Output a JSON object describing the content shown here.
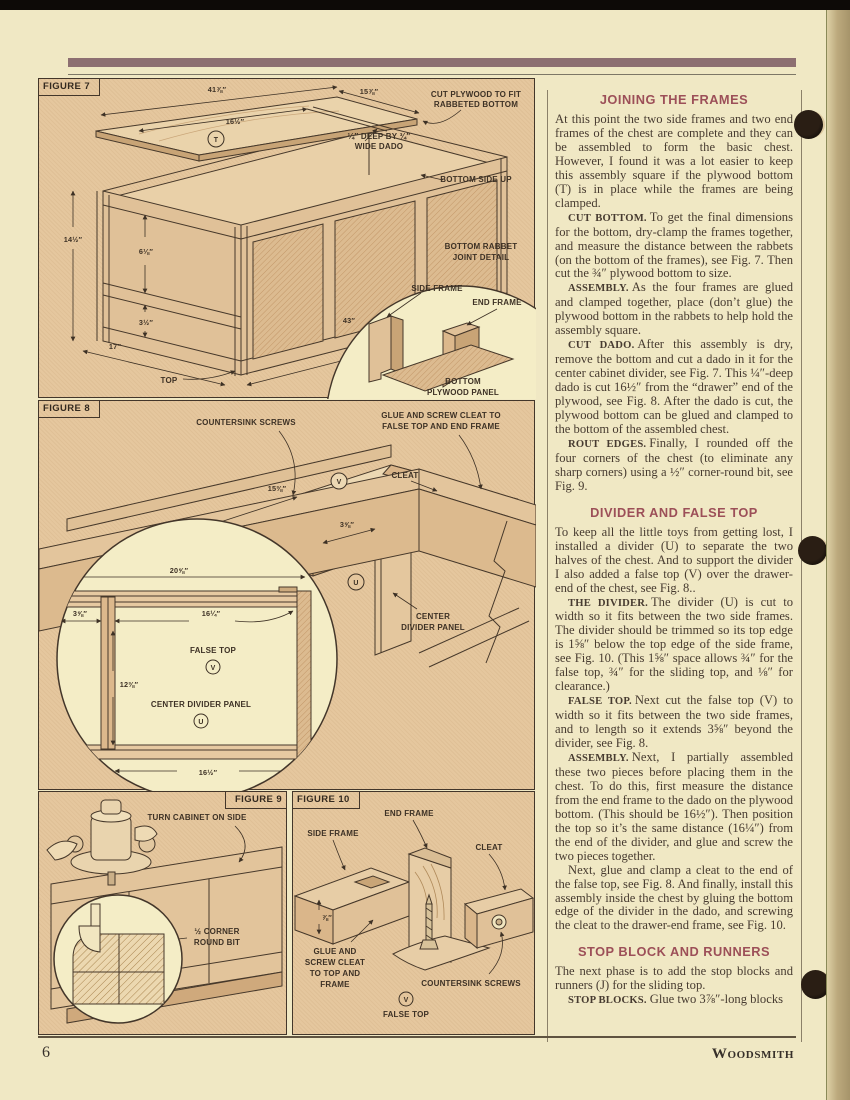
{
  "page": {
    "number": "6",
    "brand": "Woodsmith"
  },
  "colors": {
    "page_bg": "#f0e8c4",
    "figure_bg": "#e5c79e",
    "heading": "#9c4f58",
    "top_bar": "#8d6f71",
    "body_text": "#473b30"
  },
  "fig7": {
    "label": "FIGURE 7",
    "d41": "41⅞″",
    "d15": "15⅞″",
    "d16": "16½″",
    "d14": "14½″",
    "d6": "6⅛″",
    "d3": "3½″",
    "d17": "17″",
    "d43": "43″",
    "t": "T",
    "cut1": "CUT PLYWOOD TO FIT",
    "cut2": "RABBETED BOTTOM",
    "dado1": "¼″ DEEP BY ¾″",
    "dado2": "WIDE DADO",
    "bsu": "BOTTOM SIDE UP",
    "rab1": "BOTTOM RABBET",
    "rab2": "JOINT DETAIL",
    "sf": "SIDE FRAME",
    "ef": "END FRAME",
    "top": "TOP",
    "bp1": "BOTTOM",
    "bp2": "PLYWOOD PANEL"
  },
  "fig8": {
    "label": "FIGURE 8",
    "cs": "COUNTERSINK SCREWS",
    "glue1": "GLUE AND SCREW CLEAT TO",
    "glue2": "FALSE TOP AND END FRAME",
    "cleat": "CLEAT",
    "d153": "15⅜″",
    "v": "V",
    "d35": "3⅝″",
    "u": "U",
    "cdp1": "CENTER",
    "cdp2": "DIVIDER PANEL",
    "inset": {
      "d205": "20⅝″",
      "d35": "3⅝″",
      "d164": "16¼″",
      "ft": "FALSE TOP",
      "v": "V",
      "d123": "12⅜″",
      "cdp": "CENTER DIVIDER PANEL",
      "u": "U",
      "d165": "16½″"
    }
  },
  "fig9": {
    "label": "FIGURE 9",
    "turn": "TURN CABINET ON SIDE",
    "bit1": "½ CORNER",
    "bit2": "ROUND BIT"
  },
  "fig10": {
    "label": "FIGURE 10",
    "ef": "END FRAME",
    "sf": "SIDE FRAME",
    "cleat": "CLEAT",
    "d78": "⅞″",
    "glue1": "GLUE AND",
    "glue2": "SCREW CLEAT",
    "glue3": "TO TOP AND",
    "glue4": "FRAME",
    "cs": "COUNTERSINK SCREWS",
    "v": "V",
    "ft": "FALSE TOP"
  },
  "article": {
    "blocks": [
      {
        "text": "JOINING THE FRAMES"
      },
      {
        "lead": "",
        "text": "At this point the two side frames and two end frames of the chest are complete and they can be assembled to form the basic chest. However, I found it was a lot easier to keep this assembly square if the plywood bottom (T) is in place while the frames are being clamped."
      },
      {
        "lead": "CUT BOTTOM.",
        "text": "To get the final dimensions for the bottom, dry-clamp the frames together, and measure the distance between the rabbets (on the bottom of the frames), see Fig. 7. Then cut the ¾″ plywood bottom to size."
      },
      {
        "lead": "ASSEMBLY.",
        "text": "As the four frames are glued and clamped together, place (don’t glue) the plywood bottom in the rabbets to help hold the assembly square."
      },
      {
        "lead": "CUT DADO.",
        "text": "After this assembly is dry, remove the bottom and cut a dado in it for the center cabinet divider, see Fig. 7. This ¼″-deep dado is cut 16½″ from the “drawer” end of the plywood, see Fig. 8. After the dado is cut, the plywood bottom can be glued and clamped to the bottom of the assembled chest."
      },
      {
        "lead": "ROUT EDGES.",
        "text": "Finally, I rounded off the four corners of the chest (to eliminate any sharp corners) using a ½″ corner-round bit, see Fig. 9."
      },
      {
        "text": "DIVIDER AND FALSE TOP"
      },
      {
        "lead": "",
        "text": "To keep all the little toys from getting lost, I installed a divider (U) to separate the two halves of the chest. And to support the divider I also added a false top (V) over the drawer-end of the chest, see Fig. 8.."
      },
      {
        "lead": "THE DIVIDER.",
        "text": "The divider (U) is cut to width so it fits between the two side frames. The divider should be trimmed so its top edge is 1⅝″ below the top edge of the side frame, see Fig. 10. (This 1⅝″ space allows ¾″ for the false top, ¾″ for the sliding top, and ⅛″ for clearance.)"
      },
      {
        "lead": "FALSE TOP.",
        "text": "Next cut the false top (V) to width so it fits between the two side frames, and to length so it extends 3⅝″ beyond the divider, see Fig. 8."
      },
      {
        "lead": "ASSEMBLY.",
        "text": "Next, I partially assembled these two pieces before placing them in the chest. To do this, first measure the distance from the end frame to the dado on the plywood bottom. (This should be 16½″). Then position the top so it’s the same distance (16¼″) from the end of the divider, and glue and screw the two pieces together."
      },
      {
        "lead": "",
        "text": "Next, glue and clamp a cleat to the end of the false top, see Fig. 8. And finally, install this assembly inside the chest by gluing the bottom edge of the divider in the dado, and screwing the cleat to the drawer-end frame, see Fig. 10."
      },
      {
        "text": "STOP BLOCK AND RUNNERS"
      },
      {
        "lead": "",
        "text": "The next phase is to add the stop blocks and runners (J) for the sliding top."
      },
      {
        "lead": "STOP BLOCKS.",
        "text": "Glue two 3⅞″-long blocks"
      }
    ]
  }
}
